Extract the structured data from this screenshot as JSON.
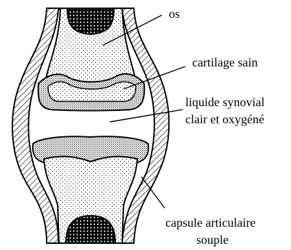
{
  "labels": {
    "bone": "os",
    "cartilage": "cartilage sain",
    "fluid_line1": "liquide synovial",
    "fluid_line2": "clair et oxygéné",
    "capsule_line1": "capsule articulaire",
    "capsule_line2": "souple"
  }
}
